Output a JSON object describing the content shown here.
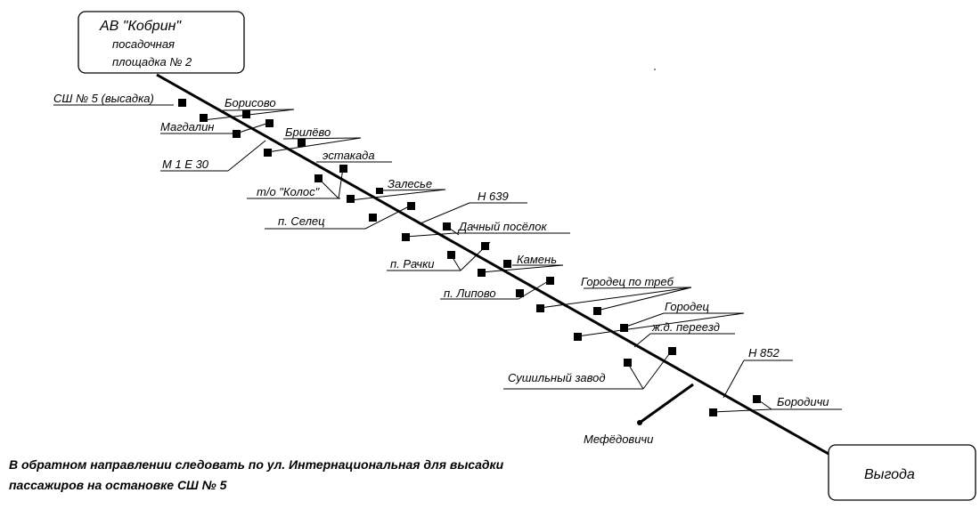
{
  "start": {
    "title": "АВ \"Кобрин\"",
    "line1": "посадочная",
    "line2": "площадка № 2"
  },
  "end": {
    "title": "Выгода"
  },
  "stops": {
    "sh5": "СШ № 5 (высадка)",
    "borisovo": "Борисово",
    "magdalin": "Магдалин",
    "brilevo": "Брилёво",
    "m1e30": "М 1 Е 30",
    "estakada": "эстакада",
    "kolos": "т/о \"Колос\"",
    "zalesye": "Залесье",
    "selets": "п. Селец",
    "h639": "Н 639",
    "dachny": "Дачный посёлок",
    "rachki": "п. Рачки",
    "kamen": "Камень",
    "lipovo": "п. Липово",
    "gorodets_treb": "Городец по треб",
    "gorodets": "Городец",
    "pereezd": "ж.д. переезд",
    "sushilny": "Сушильный завод",
    "mefedovichi": "Мефёдовичи",
    "h852": "Н 852",
    "borodichi": "Бородичи"
  },
  "note": {
    "line1": "В обратном направлении следовать по ул. Интернациональная для высадки",
    "line2": "пассажиров на остановке СШ № 5"
  }
}
